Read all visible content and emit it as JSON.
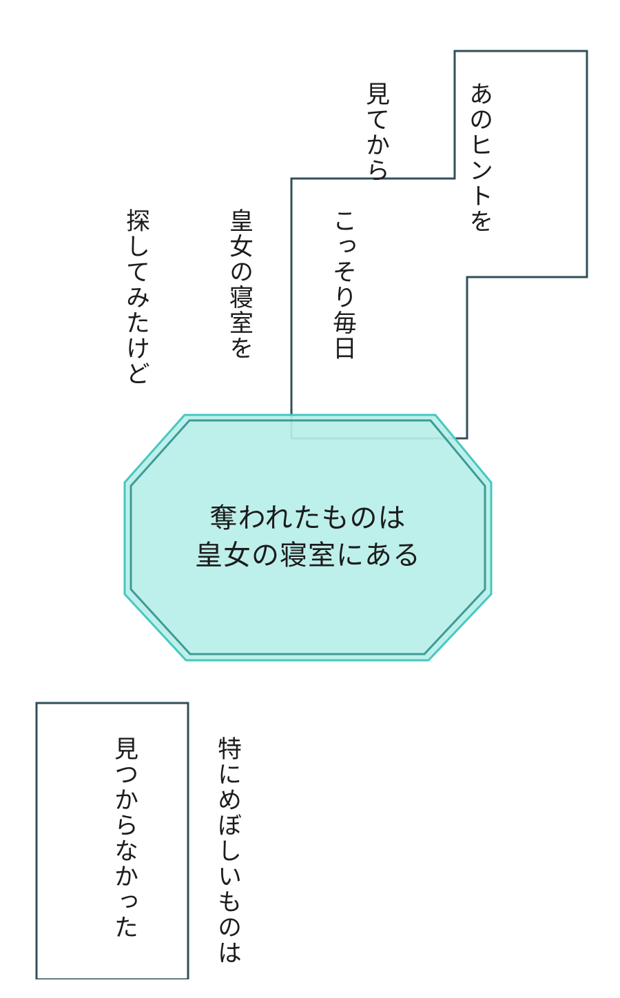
{
  "panel": {
    "caption_1": {
      "lines": [
        "あのヒントを",
        "見てから"
      ]
    },
    "caption_2": {
      "lines": [
        "こっそり毎日",
        "皇女の寝室を",
        "探してみたけど"
      ]
    },
    "system_window": {
      "lines": [
        "奪われたものは",
        "皇女の寝室にある"
      ],
      "fill_color": "#bdf1ec",
      "border_color": "#3e9a95"
    },
    "caption_3": {
      "lines": [
        "特にめぼしいものは",
        "見つからなかった"
      ]
    },
    "caption_border_color": "#2f4f5a"
  }
}
